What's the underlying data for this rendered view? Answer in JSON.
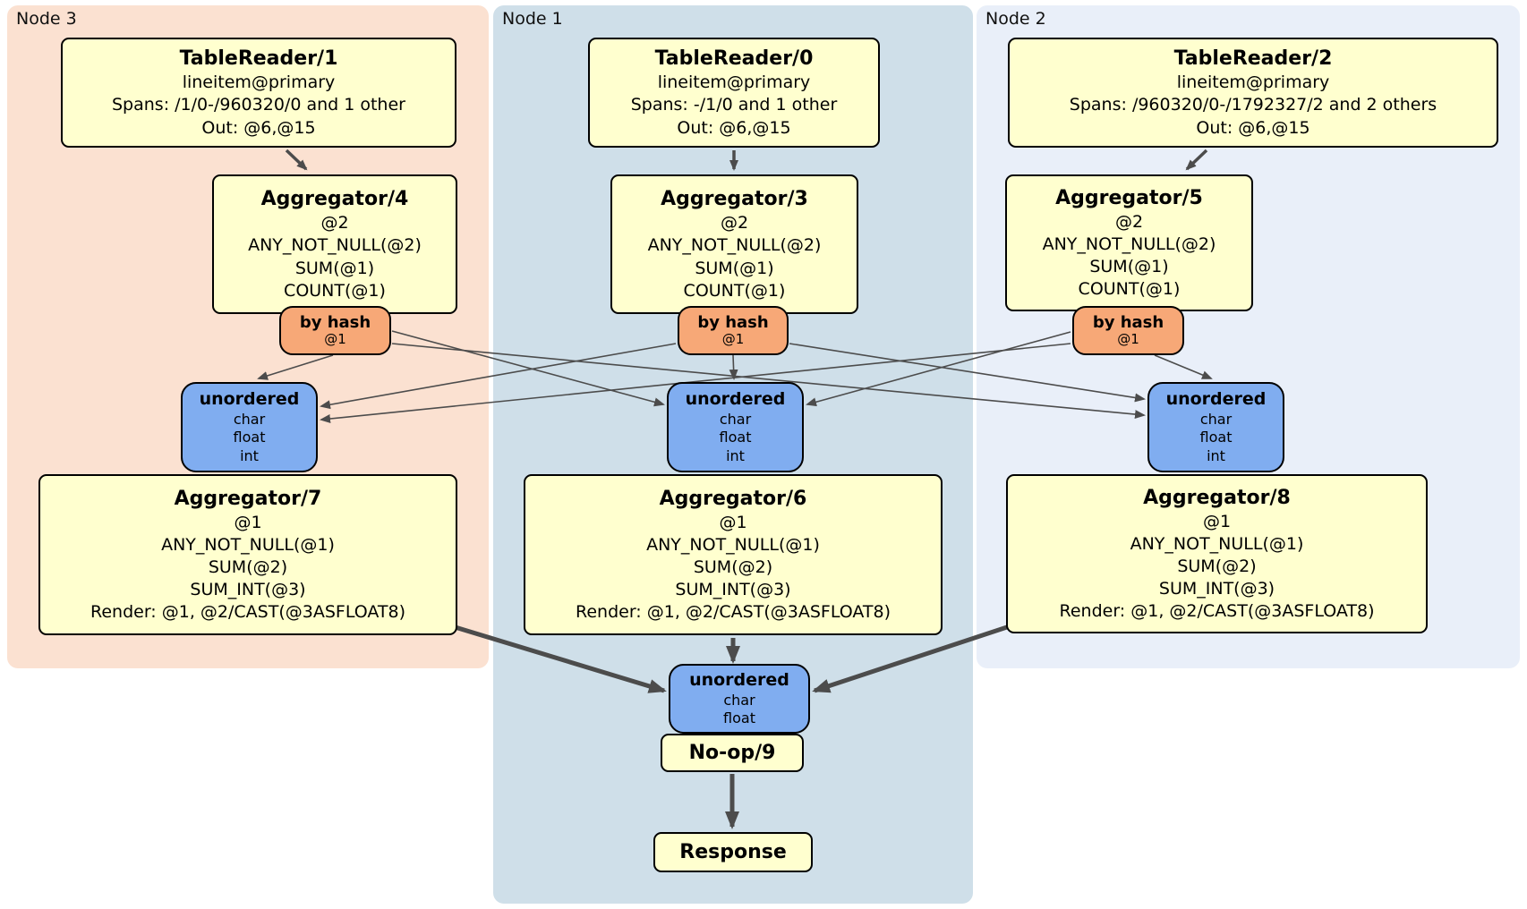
{
  "regions": [
    {
      "id": "node3",
      "label": "Node 3"
    },
    {
      "id": "node1",
      "label": "Node 1"
    },
    {
      "id": "node2",
      "label": "Node 2"
    }
  ],
  "boxes": {
    "tr1": {
      "title": "TableReader/1",
      "lines": [
        "lineitem@primary",
        "Spans: /1/0-/960320/0 and 1 other",
        "Out: @6,@15"
      ]
    },
    "tr0": {
      "title": "TableReader/0",
      "lines": [
        "lineitem@primary",
        "Spans: -/1/0 and 1 other",
        "Out: @6,@15"
      ]
    },
    "tr2": {
      "title": "TableReader/2",
      "lines": [
        "lineitem@primary",
        "Spans: /960320/0-/1792327/2 and 2 others",
        "Out: @6,@15"
      ]
    },
    "agg4": {
      "title": "Aggregator/4",
      "lines": [
        "@2",
        "ANY_NOT_NULL(@2)",
        "SUM(@1)",
        "COUNT(@1)"
      ]
    },
    "agg3": {
      "title": "Aggregator/3",
      "lines": [
        "@2",
        "ANY_NOT_NULL(@2)",
        "SUM(@1)",
        "COUNT(@1)"
      ]
    },
    "agg5": {
      "title": "Aggregator/5",
      "lines": [
        "@2",
        "ANY_NOT_NULL(@2)",
        "SUM(@1)",
        "COUNT(@1)"
      ]
    },
    "router3": {
      "title": "by hash",
      "lines": [
        "@1"
      ]
    },
    "router1": {
      "title": "by hash",
      "lines": [
        "@1"
      ]
    },
    "router2": {
      "title": "by hash",
      "lines": [
        "@1"
      ]
    },
    "sync3": {
      "title": "unordered",
      "lines": [
        "char",
        "float",
        "int"
      ]
    },
    "sync1": {
      "title": "unordered",
      "lines": [
        "char",
        "float",
        "int"
      ]
    },
    "sync2": {
      "title": "unordered",
      "lines": [
        "char",
        "float",
        "int"
      ]
    },
    "agg7": {
      "title": "Aggregator/7",
      "lines": [
        "@1",
        "ANY_NOT_NULL(@1)",
        "SUM(@2)",
        "SUM_INT(@3)",
        "Render: @1, @2/CAST(@3ASFLOAT8)"
      ]
    },
    "agg6": {
      "title": "Aggregator/6",
      "lines": [
        "@1",
        "ANY_NOT_NULL(@1)",
        "SUM(@2)",
        "SUM_INT(@3)",
        "Render: @1, @2/CAST(@3ASFLOAT8)"
      ]
    },
    "agg8": {
      "title": "Aggregator/8",
      "lines": [
        "@1",
        "ANY_NOT_NULL(@1)",
        "SUM(@2)",
        "SUM_INT(@3)",
        "Render: @1, @2/CAST(@3ASFLOAT8)"
      ]
    },
    "syncFinal": {
      "title": "unordered",
      "lines": [
        "char",
        "float"
      ]
    },
    "noop": {
      "title": "No-op/9"
    },
    "response": {
      "title": "Response"
    }
  },
  "colors": {
    "node3_bg": "#fbe1d1",
    "node1_bg": "#cfdfe9",
    "node2_bg": "#e9eff9",
    "processor_bg": "#ffffcf",
    "router_bg": "#f7a877",
    "sync_bg": "#80adf0",
    "edge": "#4c4c4c"
  }
}
